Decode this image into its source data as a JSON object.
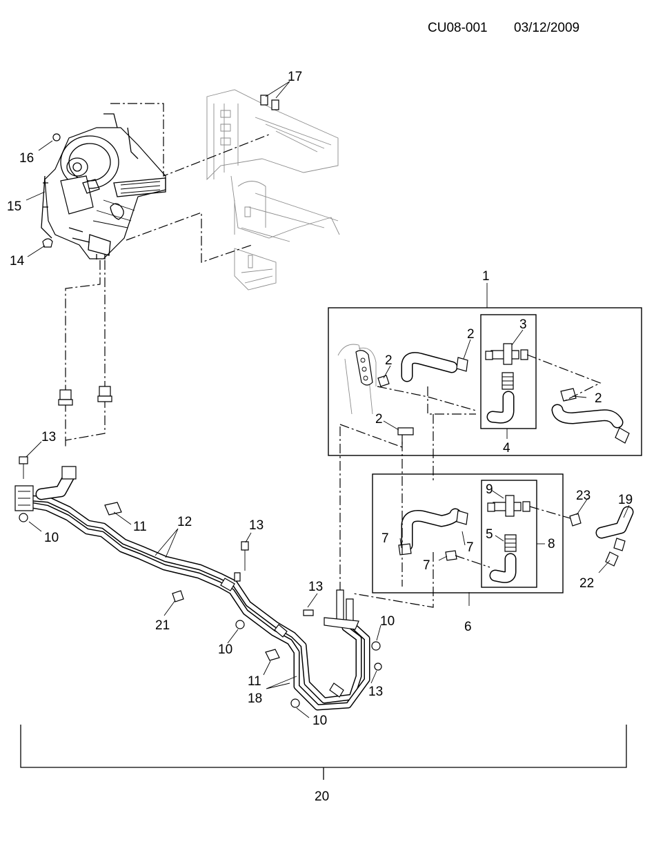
{
  "header": {
    "code": "CU08-001",
    "date": "03/12/2009"
  },
  "callouts": {
    "c1": "1",
    "c2a": "2",
    "c2b": "2",
    "c2c": "2",
    "c2d": "2",
    "c3": "3",
    "c4": "4",
    "c5": "5",
    "c6": "6",
    "c7a": "7",
    "c7b": "7",
    "c7c": "7",
    "c8": "8",
    "c9": "9",
    "c10a": "10",
    "c10b": "10",
    "c10c": "10",
    "c10d": "10",
    "c11a": "11",
    "c11b": "11",
    "c12": "12",
    "c13a": "13",
    "c13b": "13",
    "c13c": "13",
    "c13d": "13",
    "c14": "14",
    "c15": "15",
    "c16": "16",
    "c17": "17",
    "c18": "18",
    "c19": "19",
    "c20": "20",
    "c21": "21",
    "c22": "22",
    "c23": "23"
  }
}
